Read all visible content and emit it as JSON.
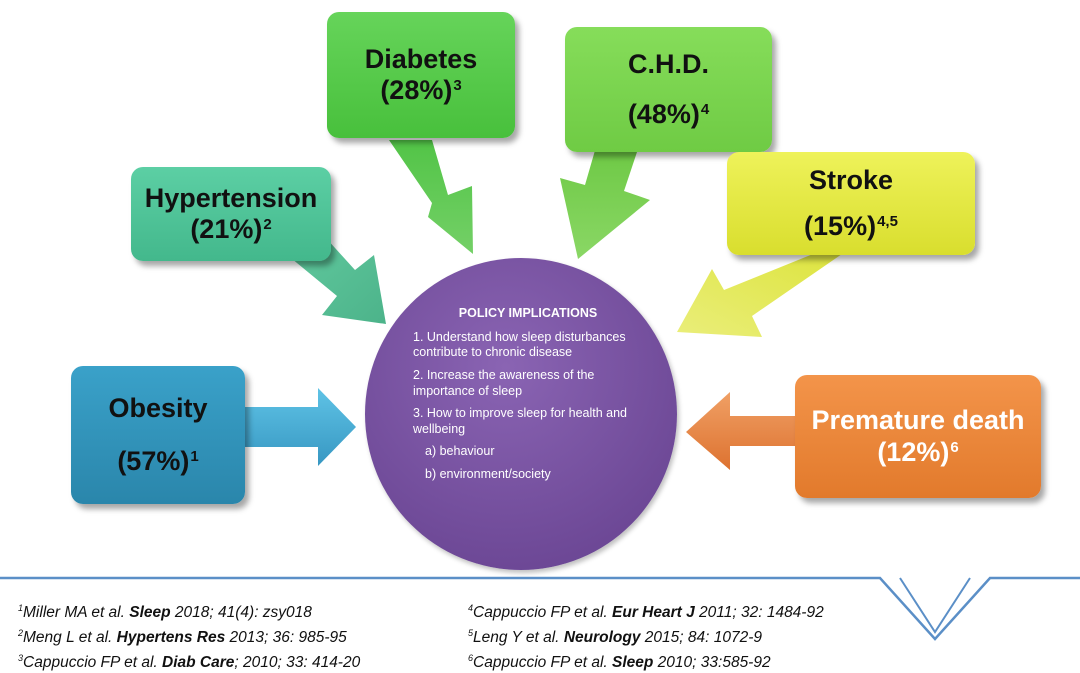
{
  "boxes": {
    "obesity": {
      "name": "Obesity",
      "value": "(57%)",
      "ref": "1",
      "color": "#3aa1c9"
    },
    "hypertension": {
      "name": "Hypertension",
      "value": "(21%)",
      "ref": "2",
      "color": "#5ccfa4"
    },
    "diabetes": {
      "name": "Diabetes",
      "value": "(28%)",
      "ref": "3",
      "color": "#66d45a"
    },
    "chd": {
      "name": "C.H.D.",
      "value": "(48%)",
      "ref": "4",
      "color": "#86dd5a"
    },
    "stroke": {
      "name": "Stroke",
      "value": "(15%)",
      "ref": "4,5",
      "color": "#eef25a"
    },
    "premature_death": {
      "name": "Premature death",
      "value": "(12%)",
      "ref": "6",
      "color": "#f3944a"
    }
  },
  "policy": {
    "title": "POLICY IMPLICATIONS",
    "items": [
      "1. Understand how sleep disturbances contribute to chronic disease",
      "2. Increase the awareness of the importance of sleep",
      "3. How to improve sleep for health and wellbeing"
    ],
    "subitems": [
      "a) behaviour",
      "b) environment/society"
    ],
    "color": "#7a55a6"
  },
  "references": [
    {
      "num": "1",
      "pre": "Miller MA et al. ",
      "journal": "Sleep",
      "post": " 2018; 41(4): zsy018"
    },
    {
      "num": "2",
      "pre": "Meng L et al. ",
      "journal": "Hypertens Res",
      "post": " 2013; 36: 985-95"
    },
    {
      "num": "3",
      "pre": "Cappuccio FP et al. ",
      "journal": "Diab Care",
      "post": "; 2010; 33: 414-20"
    },
    {
      "num": "4",
      "pre": "Cappuccio FP et al. ",
      "journal": "Eur Heart J",
      "post": " 2011; 32: 1484-92"
    },
    {
      "num": "5",
      "pre": "Leng Y et al. ",
      "journal": "Neurology",
      "post": " 2015; 84: 1072-9"
    },
    {
      "num": "6",
      "pre": "Cappuccio FP et al. ",
      "journal": "Sleep",
      "post": " 2010; 33:585-92"
    }
  ],
  "rule_color": "#5b8fc7",
  "logo": "W"
}
